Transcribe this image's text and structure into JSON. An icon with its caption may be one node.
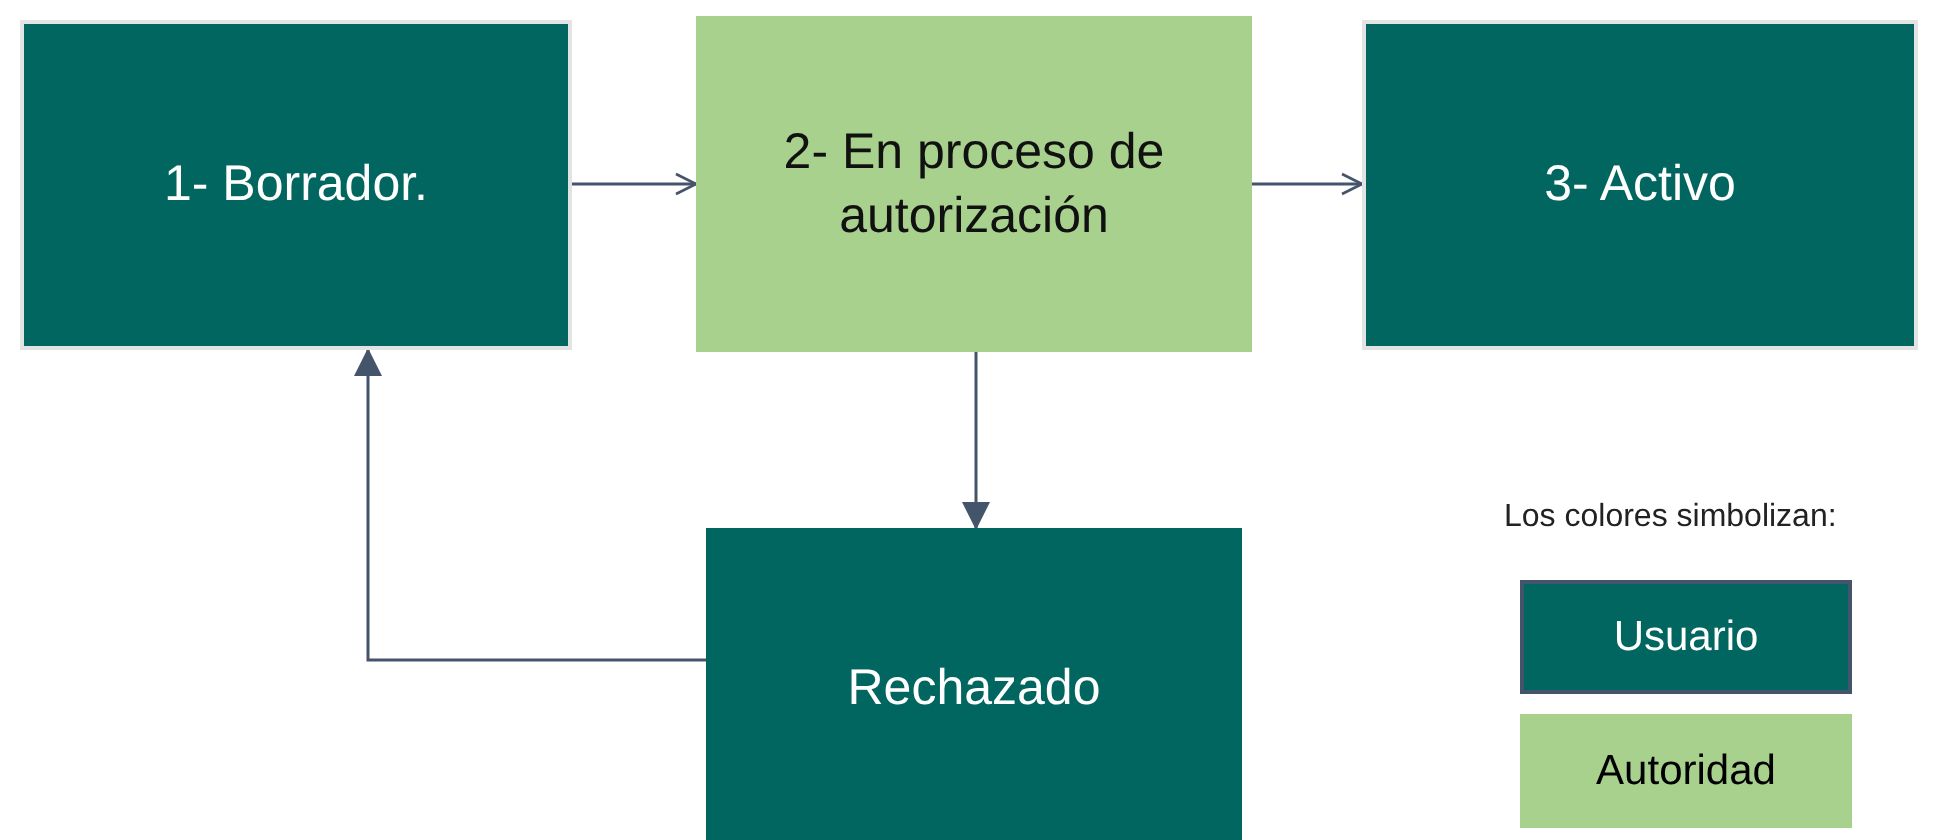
{
  "diagram": {
    "nodes": [
      {
        "text": [
          "1- Borrador."
        ]
      },
      {
        "text": [
          "2- En proceso de autorización"
        ]
      },
      {
        "text": [
          "3- Activo"
        ]
      },
      {
        "text": [
          "Rechazado"
        ]
      }
    ],
    "edges": [
      {
        "from": 0,
        "to": 1,
        "arrow": "to"
      },
      {
        "from": 1,
        "to": 2,
        "arrow": "to"
      },
      {
        "from": 1,
        "to": 3,
        "arrow": "to"
      },
      {
        "from": 3,
        "to": 0,
        "arrow": "to"
      }
    ],
    "labels": [
      "Los colores simbolizan:"
    ],
    "legend": [
      {
        "text": "Usuario",
        "color": "#00665f"
      },
      {
        "text": "Autoridad",
        "color": "#a9d18e"
      }
    ]
  }
}
